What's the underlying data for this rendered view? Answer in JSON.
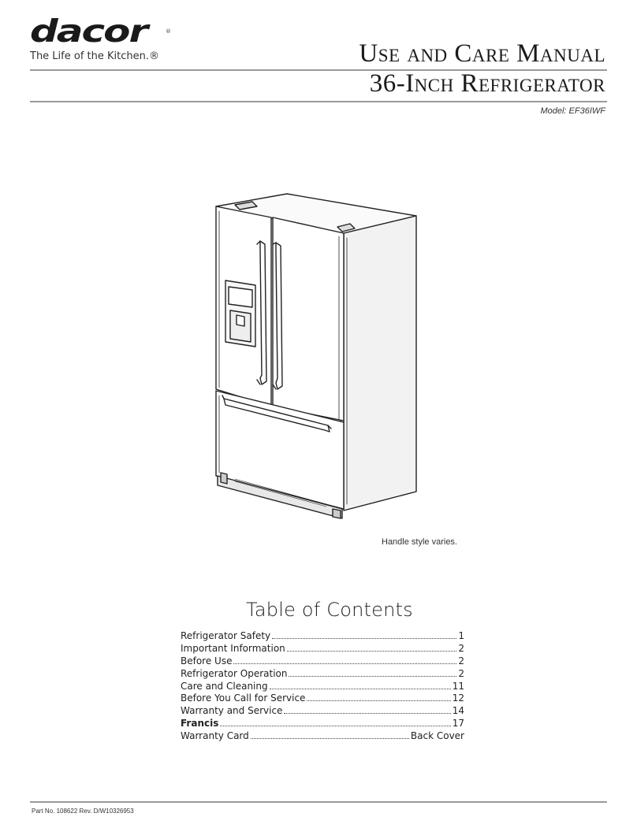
{
  "logo": {
    "wordmark": "dacor",
    "registered_mark": "®",
    "tagline": "The Life of the Kitchen.®"
  },
  "header": {
    "title_line_1": "Use and Care Manual",
    "title_line_2": "36-Inch Refrigerator",
    "model": "Model: EF36IWF"
  },
  "figure": {
    "caption": "Handle style varies."
  },
  "toc": {
    "heading": "Table of Contents",
    "entries": [
      {
        "label": "Refrigerator Safety",
        "page": "1"
      },
      {
        "label": "Important Information",
        "page": "2"
      },
      {
        "label": "Before Use",
        "page": "2"
      },
      {
        "label": "Refrigerator Operation",
        "page": "2"
      },
      {
        "label": "Care and Cleaning",
        "page": "11"
      },
      {
        "label": "Before You Call for Service",
        "page": "12"
      },
      {
        "label": "Warranty and Service",
        "page": "14"
      },
      {
        "label": "Francis",
        "page": "17"
      },
      {
        "label": "Warranty Card",
        "page": "Back Cover"
      }
    ]
  },
  "footer": {
    "part_number": "Part No. 108622 Rev. D/W10326953"
  }
}
